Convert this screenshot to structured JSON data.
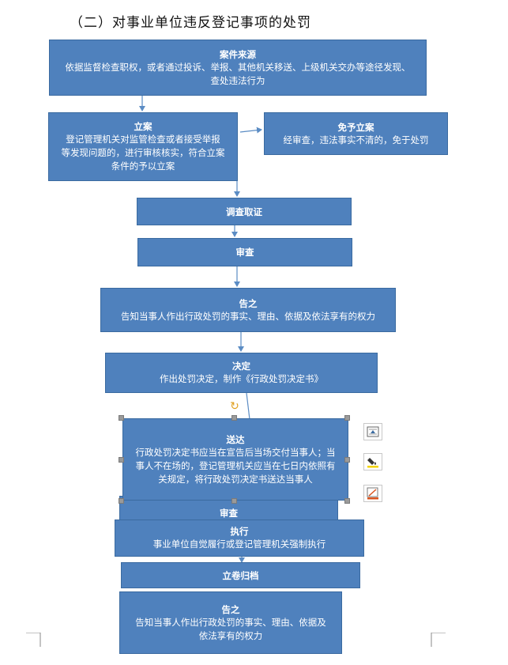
{
  "page": {
    "title": "（二）对事业单位违反登记事项的处罚"
  },
  "flow": {
    "case_source": {
      "title": "案件来源",
      "lines": [
        "依据监督检查职权，或者通过投诉、举报、其他机关移送、上级机关交办等途径发现、",
        "查处违法行为"
      ]
    },
    "filing": {
      "title": "立案",
      "lines": [
        "登记管理机关对监管检查或者接受举报",
        "等发现问题的，进行审核核实，符合立案",
        "条件的予以立案"
      ]
    },
    "no_filing": {
      "title": "免予立案",
      "lines": [
        "经审查，违法事实不清的，免于处罚"
      ]
    },
    "investigation": {
      "title": "调查取证"
    },
    "review_1": {
      "title": "审查"
    },
    "notification_1": {
      "title": "告之",
      "lines": [
        "告知当事人作出行政处罚的事实、理由、依据及依法享有的权力"
      ]
    },
    "decision": {
      "title": "决定",
      "lines": [
        "作出处罚决定，制作《行政处罚决定书》"
      ]
    },
    "delivery": {
      "title": "送达",
      "lines": [
        "行政处罚决定书应当在宣告后当场交付当事人；当",
        "事人不在场的，登记管理机关应当在七日内依照有",
        "关规定，将行政处罚决定书送达当事人"
      ]
    },
    "review_2": {
      "title": "审查"
    },
    "execution": {
      "title": "执行",
      "lines": [
        "事业单位自觉履行或登记管理机关强制执行"
      ]
    },
    "archive": {
      "title": "立卷归档"
    },
    "notification_2": {
      "title": "告之",
      "lines": [
        "告知当事人作出行政处罚的事实、理由、依据及",
        "依法享有的权力"
      ]
    }
  },
  "colors": {
    "box_fill": "#4f81bd",
    "box_border": "#3a6aa0",
    "arrow": "#5b8cc4",
    "text_on_box": "#ffffff",
    "selection_handle": "#9a9a9a",
    "rotate_handle": "#e0a020"
  },
  "toolbar_icons": [
    "layout-options-icon",
    "shape-fill-icon",
    "shape-outline-icon"
  ]
}
